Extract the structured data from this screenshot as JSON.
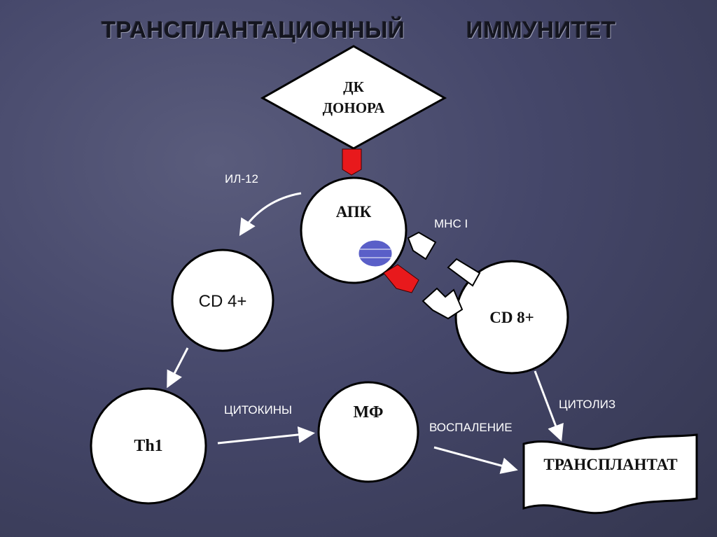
{
  "title": {
    "part1": "ТРАНСПЛАНТАЦИОННЫЙ",
    "part2": "ИММУНИТЕТ"
  },
  "nodes": {
    "dk_line1": "ДК",
    "dk_line2": "ДОНОРА",
    "apk": "АПК",
    "cd4": "CD 4+",
    "cd8": "CD 8+",
    "th1": "Th1",
    "mf": "МФ",
    "transplant": "ТРАНСПЛАНТАТ"
  },
  "labels": {
    "il12": "ИЛ-12",
    "mhc1": "MHC I",
    "cytokines": "ЦИТОКИНЫ",
    "inflammation": "ВОСПАЛЕНИЕ",
    "cytolysis": "ЦИТОЛИЗ"
  },
  "colors": {
    "receptor_red": "#e8191c",
    "antigen_blue": "#5a5fc8",
    "arrow": "#ffffff"
  }
}
